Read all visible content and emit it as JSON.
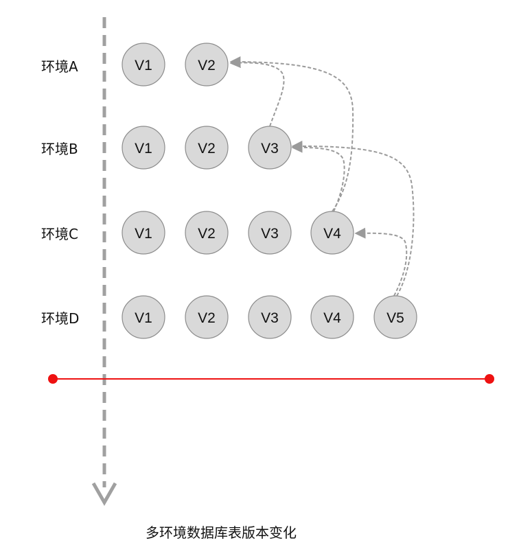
{
  "caption": "多环境数据库表版本变化",
  "environments": [
    {
      "label": "环境A",
      "versions": [
        "V1",
        "V2"
      ]
    },
    {
      "label": "环境B",
      "versions": [
        "V1",
        "V2",
        "V3"
      ]
    },
    {
      "label": "环境C",
      "versions": [
        "V1",
        "V2",
        "V3",
        "V4"
      ]
    },
    {
      "label": "环境D",
      "versions": [
        "V1",
        "V2",
        "V3",
        "V4",
        "V5"
      ]
    }
  ],
  "dependencies": [
    {
      "from": "环境B.V3",
      "to": "环境A.V2"
    },
    {
      "from": "环境C.V4",
      "to": "环境A.V2"
    },
    {
      "from": "环境C.V4",
      "to": "环境B.V3"
    },
    {
      "from": "环境D.V5",
      "to": "环境B.V3"
    },
    {
      "from": "环境D.V5",
      "to": "环境C.V4"
    }
  ],
  "colors": {
    "node_fill": "#d9d9d9",
    "node_stroke": "#8c8c8c",
    "arrow": "#9a9a9a",
    "timeline": "#a0a0a0",
    "boundary_line": "#ee1111"
  }
}
